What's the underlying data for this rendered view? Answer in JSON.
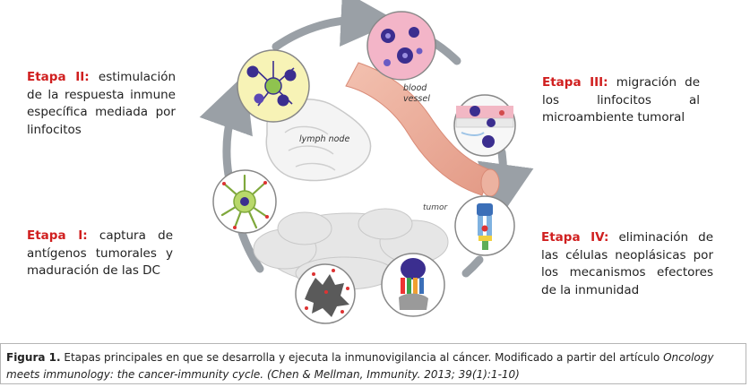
{
  "stages": {
    "stage2": {
      "label": "Etapa II:",
      "text": "estimulación de la respuesta inmune específica mediada por linfocitos"
    },
    "stage3": {
      "label": "Etapa III:",
      "text": "migración de los linfocitos al microambiente tumoral"
    },
    "stage1": {
      "label": "Etapa I:",
      "text": "captura de antígenos tumorales y maduración de las DC"
    },
    "stage4": {
      "label": "Etapa IV:",
      "text": "eliminación de las células neoplásicas por los mecanismos efectores de la inmunidad"
    }
  },
  "diagram_labels": {
    "lymph_node": "lymph node",
    "blood_vessel_1": "blood",
    "blood_vessel_2": "vessel",
    "tumor": "tumor"
  },
  "caption": {
    "fig": "Figura 1.",
    "text": "Etapas principales en que se desarrolla y ejecuta la inmunovigilancia al cáncer. Modificado a partir del artículo",
    "title_italic": "Oncology meets immunology: the cancer-immunity cycle.",
    "ref_italic": "(Chen & Mellman, Immunity. 2013; 39(1):1-10)"
  },
  "colors": {
    "stage_label": "#d01f1f",
    "cycle_arrow": "#9aa0a6",
    "vessel": "#e8a48f",
    "cell_purple": "#3b2e8f",
    "dc_green": "#b8d86a"
  }
}
